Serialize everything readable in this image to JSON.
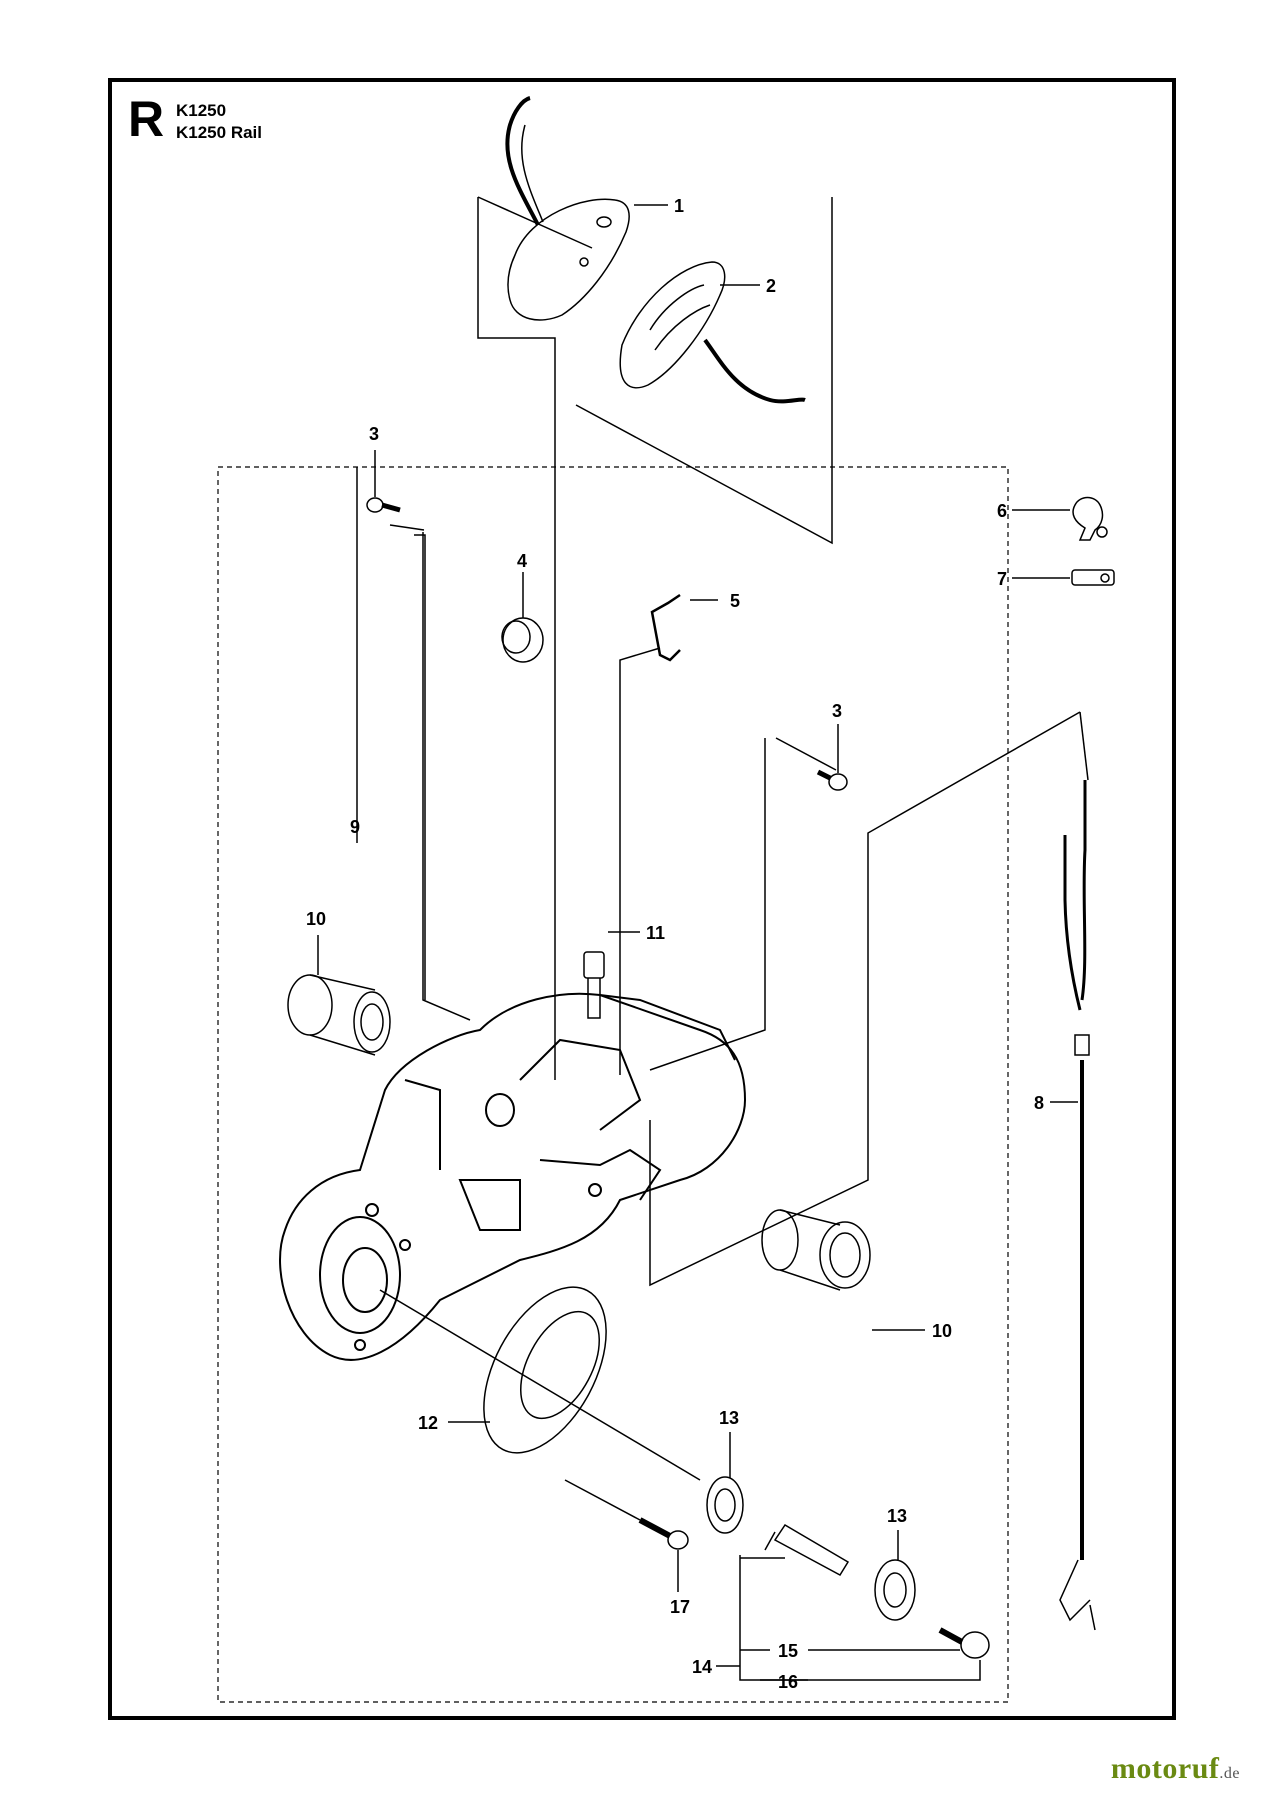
{
  "header": {
    "section": "R",
    "models": [
      "K1250",
      "K1250 Rail"
    ]
  },
  "callouts": [
    "1",
    "2",
    "3",
    "3",
    "4",
    "5",
    "6",
    "7",
    "8",
    "9",
    "10",
    "10",
    "11",
    "12",
    "13",
    "13",
    "14",
    "15",
    "16",
    "17"
  ],
  "watermark": {
    "brand": "motoruf",
    "tld": ".de"
  },
  "colors": {
    "line": "#000000",
    "watermark": "#6a8a12"
  }
}
